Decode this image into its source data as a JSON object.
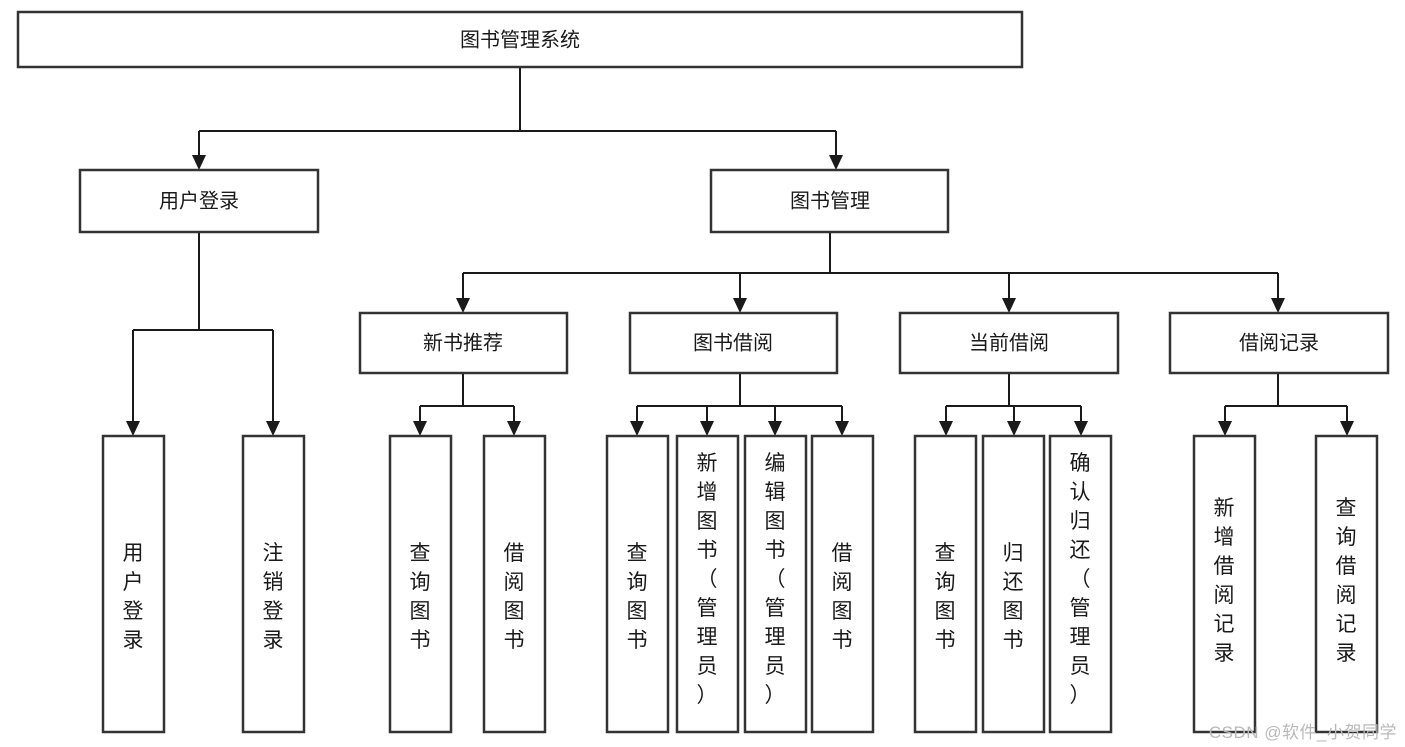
{
  "diagram": {
    "type": "tree",
    "title": "图书管理系统",
    "root": {
      "id": "root",
      "label": "图书管理系统",
      "orientation": "horizontal"
    },
    "level2": [
      {
        "id": "user-login",
        "label": "用户登录",
        "orientation": "horizontal"
      },
      {
        "id": "book-management",
        "label": "图书管理",
        "orientation": "horizontal"
      }
    ],
    "level3": [
      {
        "id": "new-book-recommend",
        "label": "新书推荐",
        "orientation": "horizontal",
        "parent": "book-management"
      },
      {
        "id": "book-borrow",
        "label": "图书借阅",
        "orientation": "horizontal",
        "parent": "book-management"
      },
      {
        "id": "current-borrow",
        "label": "当前借阅",
        "orientation": "horizontal",
        "parent": "book-management"
      },
      {
        "id": "borrow-record",
        "label": "借阅记录",
        "orientation": "horizontal",
        "parent": "book-management"
      }
    ],
    "leaves": [
      {
        "id": "leaf-user-login",
        "label": "用户登录",
        "orientation": "vertical",
        "parent": "user-login"
      },
      {
        "id": "leaf-logout",
        "label": "注销登录",
        "orientation": "vertical",
        "parent": "user-login"
      },
      {
        "id": "leaf-query-book-1",
        "label": "查询图书",
        "orientation": "vertical",
        "parent": "new-book-recommend"
      },
      {
        "id": "leaf-borrow-book-1",
        "label": "借阅图书",
        "orientation": "vertical",
        "parent": "new-book-recommend"
      },
      {
        "id": "leaf-query-book-2",
        "label": "查询图书",
        "orientation": "vertical",
        "parent": "book-borrow"
      },
      {
        "id": "leaf-add-book",
        "label": "新增图书（管理员）",
        "orientation": "vertical",
        "parent": "book-borrow"
      },
      {
        "id": "leaf-edit-book",
        "label": "编辑图书（管理员）",
        "orientation": "vertical",
        "parent": "book-borrow"
      },
      {
        "id": "leaf-borrow-book-2",
        "label": "借阅图书",
        "orientation": "vertical",
        "parent": "book-borrow"
      },
      {
        "id": "leaf-query-book-3",
        "label": "查询图书",
        "orientation": "vertical",
        "parent": "current-borrow"
      },
      {
        "id": "leaf-return-book",
        "label": "归还图书",
        "orientation": "vertical",
        "parent": "current-borrow"
      },
      {
        "id": "leaf-confirm-return",
        "label": "确认归还（管理员）",
        "orientation": "vertical",
        "parent": "current-borrow"
      },
      {
        "id": "leaf-add-record",
        "label": "新增借阅记录",
        "orientation": "vertical",
        "parent": "borrow-record"
      },
      {
        "id": "leaf-query-record",
        "label": "查询借阅记录",
        "orientation": "vertical",
        "parent": "borrow-record"
      }
    ],
    "colors": {
      "box_fill": "#ffffff",
      "box_stroke": "#333333",
      "edge_stroke": "#1a1a1a",
      "text": "#1a1a1a",
      "watermark": "#b9b9b9",
      "background": "#ffffff"
    }
  },
  "watermark": {
    "text": "CSDN @软件_小贺同学"
  }
}
